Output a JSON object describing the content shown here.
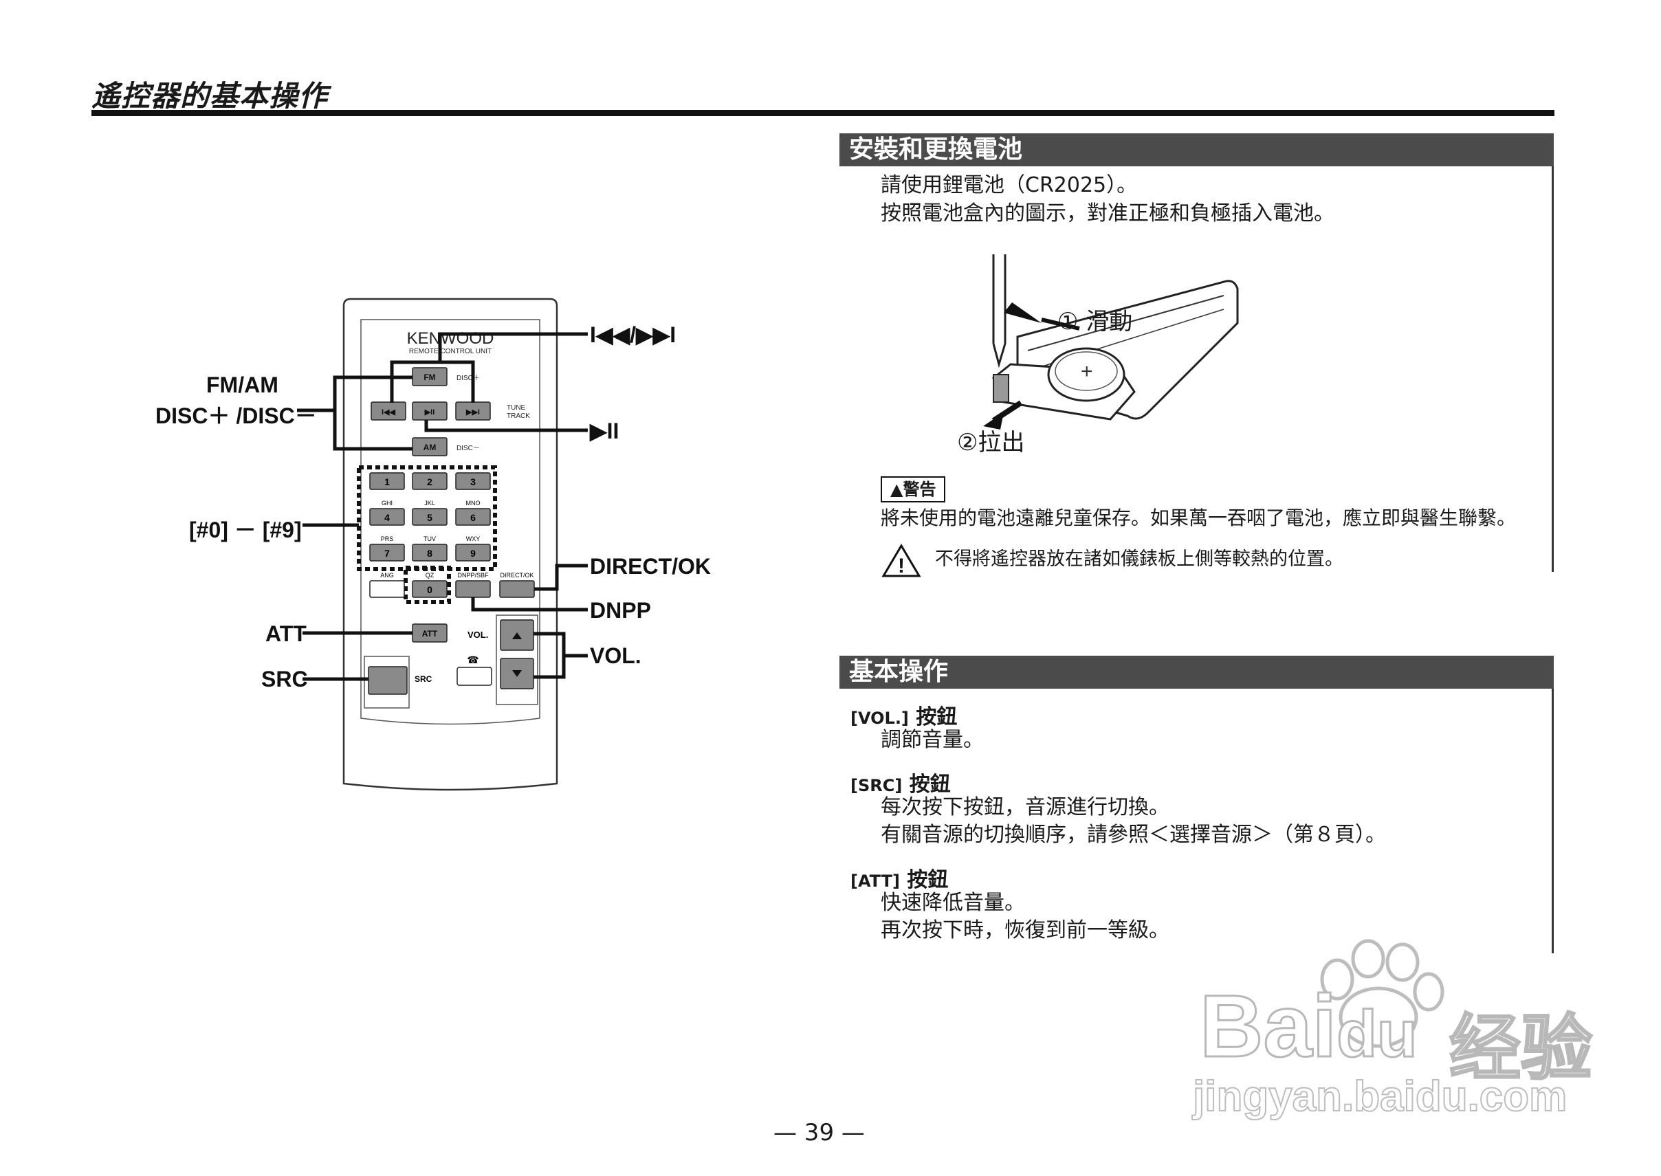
{
  "header": {
    "title": "遙控器的基本操作"
  },
  "remote": {
    "brand": "KENWOOD",
    "subtitle": "REMOTE CONTROL UNIT",
    "buttons": {
      "fm": "FM",
      "am": "AM",
      "prev": "I◀◀",
      "play": "▶II",
      "next": "▶▶I",
      "n1": "1",
      "n2": "2",
      "n3": "3",
      "n4": "4",
      "n5": "5",
      "n6": "6",
      "n7": "7",
      "n8": "8",
      "n9": "9",
      "n0": "0",
      "att": "ATT",
      "direct": "DIRECT/OK",
      "dnpp": "DNPP/SBF"
    },
    "small_labels": {
      "disc_plus": "DISC＋",
      "disc_minus": "DISC－",
      "tune": "TUNE",
      "track": "TRACK",
      "ghi": "GHI",
      "jkl": "JKL",
      "mno": "MNO",
      "prs": "PRS",
      "tuv": "TUV",
      "wxy": "WXY",
      "ang": "ANG",
      "qz": "QZ",
      "vol": "VOL.",
      "src": "SRC"
    }
  },
  "callouts": {
    "skip": "I◀◀/▶▶I",
    "fm_am": "FM/AM",
    "disc": "DISC＋ /DISC－",
    "play_pause": "▶II",
    "numbers": "[#0] － [#9]",
    "direct_ok": "DIRECT/OK",
    "dnpp": "DNPP",
    "att": "ATT",
    "vol": "VOL.",
    "src": "SRC"
  },
  "battery_section": {
    "title": "安裝和更換電池",
    "line1": "請使用鋰電池（CR2025）。",
    "line2": "按照電池盒內的圖示，對准正極和負極插入電池。",
    "step1": "① 滑動",
    "step2": "②拉出",
    "warning_label": "▲警告",
    "warning_text": "將未使用的電池遠離兒童保存。如果萬一吞咽了電池，應立即與醫生聯繫。",
    "caution_text": "不得將遙控器放在諸如儀錶板上側等較熱的位置。"
  },
  "basic_section": {
    "title": "基本操作",
    "items": [
      {
        "key": "[VOL.]",
        "label": "按鈕",
        "lines": [
          "調節音量。"
        ]
      },
      {
        "key": "[SRC]",
        "label": "按鈕",
        "lines": [
          "每次按下按鈕，音源進行切換。",
          "有關音源的切換順序，請參照＜選擇音源＞（第８頁）。"
        ]
      },
      {
        "key": "[ATT]",
        "label": "按鈕",
        "lines": [
          "快速降低音量。",
          "再次按下時，恢復到前一等級。"
        ]
      }
    ]
  },
  "footer": {
    "page_number": "— 39 —"
  },
  "watermark": {
    "brand": "Bai",
    "brand2": "du",
    "cn": "经验",
    "url": "jingyan.baidu.com"
  }
}
